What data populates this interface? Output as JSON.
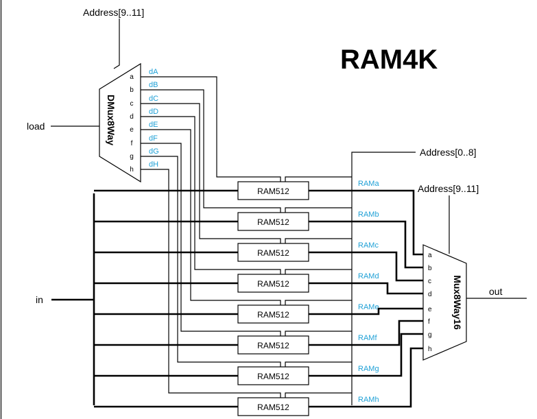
{
  "title": "RAM4K",
  "dmux": {
    "name": "DMux8Way",
    "ports": [
      "a",
      "b",
      "c",
      "d",
      "e",
      "f",
      "g",
      "h"
    ],
    "outputs": [
      "dA",
      "dB",
      "dC",
      "dD",
      "dE",
      "dF",
      "dG",
      "dH"
    ],
    "sel_label": "Address[9..11]",
    "input_label": "load"
  },
  "rams": {
    "chip_label": "RAM512",
    "outputs": [
      "RAMa",
      "RAMb",
      "RAMc",
      "RAMd",
      "RAMe",
      "RAMf",
      "RAMg",
      "RAMh"
    ],
    "address_label": "Address[0..8]"
  },
  "mux": {
    "name": "Mux8Way16",
    "ports": [
      "a",
      "b",
      "c",
      "d",
      "e",
      "f",
      "g",
      "h"
    ],
    "sel_label": "Address[9..11]",
    "output_label": "out"
  },
  "in_label": "in"
}
